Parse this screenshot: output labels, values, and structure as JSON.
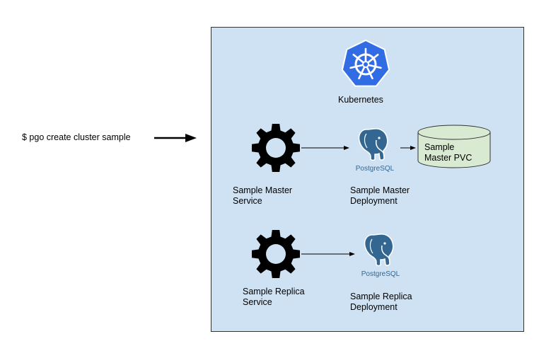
{
  "command": "$ pgo create cluster sample",
  "cluster": {
    "title": "Kubernetes",
    "background": "#cfe2f3",
    "border": "#333333"
  },
  "components": {
    "master_service": {
      "line1": "Sample Master",
      "line2": "Service"
    },
    "master_deployment": {
      "line1": "Sample Master",
      "line2": "Deployment"
    },
    "master_pvc": {
      "line1": "Sample",
      "line2": "Master PVC"
    },
    "replica_service": {
      "line1": "Sample Replica",
      "line2": "Service"
    },
    "replica_deployment": {
      "line1": "Sample Replica",
      "line2": "Deployment"
    }
  },
  "logos": {
    "postgres_text": "PostgreSQL",
    "postgres_color": "#336791",
    "kubernetes_color": "#326ce5"
  },
  "icons": [
    "gear-icon",
    "postgresql-logo",
    "kubernetes-logo",
    "cylinder-icon"
  ]
}
